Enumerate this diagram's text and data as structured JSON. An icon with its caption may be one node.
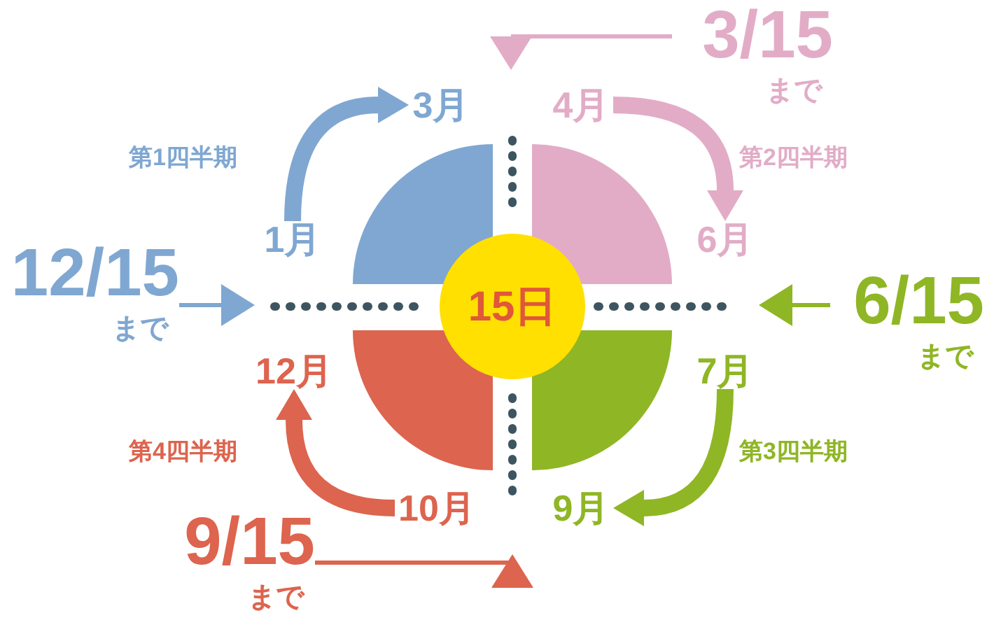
{
  "diagram": {
    "nodes": [
      {
        "text": [
          "15日"
        ]
      },
      {
        "text": [
          "3/15",
          "まで"
        ]
      },
      {
        "text": [
          "3月"
        ]
      },
      {
        "text": [
          "4月"
        ]
      },
      {
        "text": [
          "1月"
        ]
      },
      {
        "text": [
          "6月"
        ]
      },
      {
        "text": [
          "12/15",
          "まで"
        ]
      },
      {
        "text": [
          "6/15",
          "まで"
        ]
      },
      {
        "text": [
          "12月"
        ]
      },
      {
        "text": [
          "7月"
        ]
      },
      {
        "text": [
          "10月"
        ]
      },
      {
        "text": [
          "9月"
        ]
      },
      {
        "text": [
          "9/15",
          "まで"
        ]
      }
    ],
    "edges": [
      {
        "from": 4,
        "to": 2,
        "arrow": "to",
        "label": "第1四半期",
        "style": "thick",
        "color": "#7fa7d1"
      },
      {
        "from": 3,
        "to": 5,
        "arrow": "to",
        "label": "第2四半期",
        "style": "thick",
        "color": "#e2acc7"
      },
      {
        "from": 9,
        "to": 11,
        "arrow": "to",
        "label": "第3四半期",
        "style": "thick",
        "color": "#8fb625"
      },
      {
        "from": 10,
        "to": 8,
        "arrow": "to",
        "label": "第4四半期",
        "style": "thick",
        "color": "#dd644e"
      },
      {
        "from": 6,
        "to": null,
        "arrow": "to",
        "color": "#7fa7d1"
      },
      {
        "from": 7,
        "to": null,
        "arrow": "to",
        "color": "#8fb625"
      },
      {
        "from": 12,
        "to": null,
        "arrow": "to",
        "color": "#dd644e"
      },
      {
        "from": 1,
        "to": null,
        "arrow": "to",
        "color": "#e2acc7"
      }
    ]
  }
}
